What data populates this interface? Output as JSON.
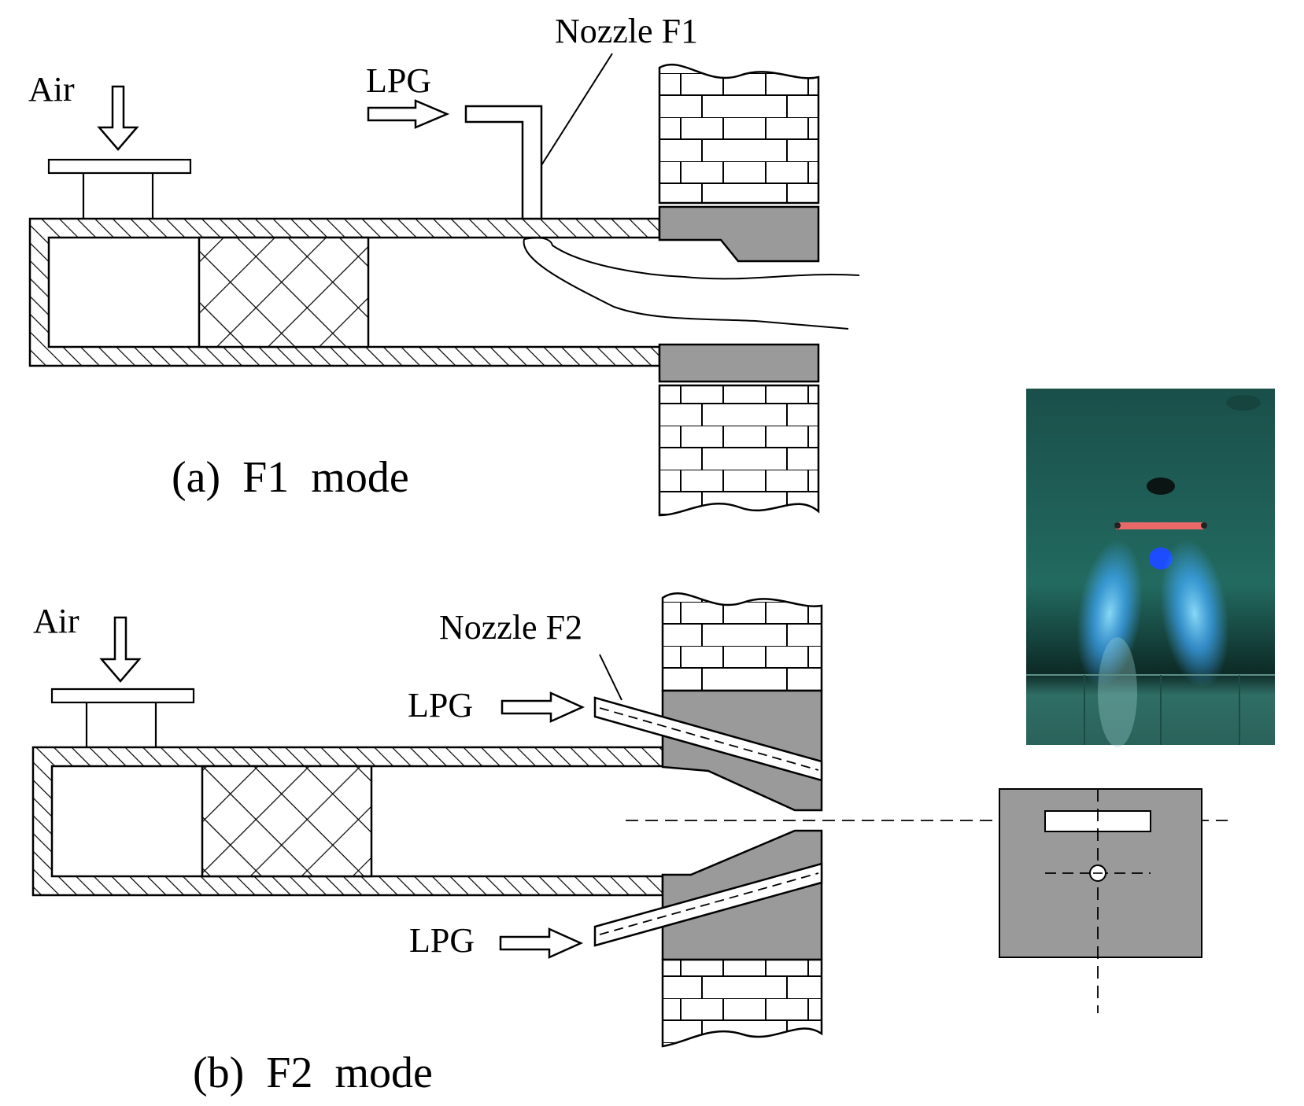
{
  "panel_a": {
    "air_label": "Air",
    "lpg_label": "LPG",
    "nozzle_label": "Nozzle F1",
    "caption": "(a)  F1  mode"
  },
  "panel_b": {
    "air_label": "Air",
    "lpg_top_label": "LPG",
    "lpg_bottom_label": "LPG",
    "nozzle_label": "Nozzle F2",
    "caption": "(b)  F2  mode"
  },
  "colors": {
    "line": "#000000",
    "refractory_gray": "#9a9a9a",
    "flame_photo_bg": "#1f5f58",
    "flame_blue": "#3fa9ff",
    "glow_red": "#ff6a6a"
  }
}
